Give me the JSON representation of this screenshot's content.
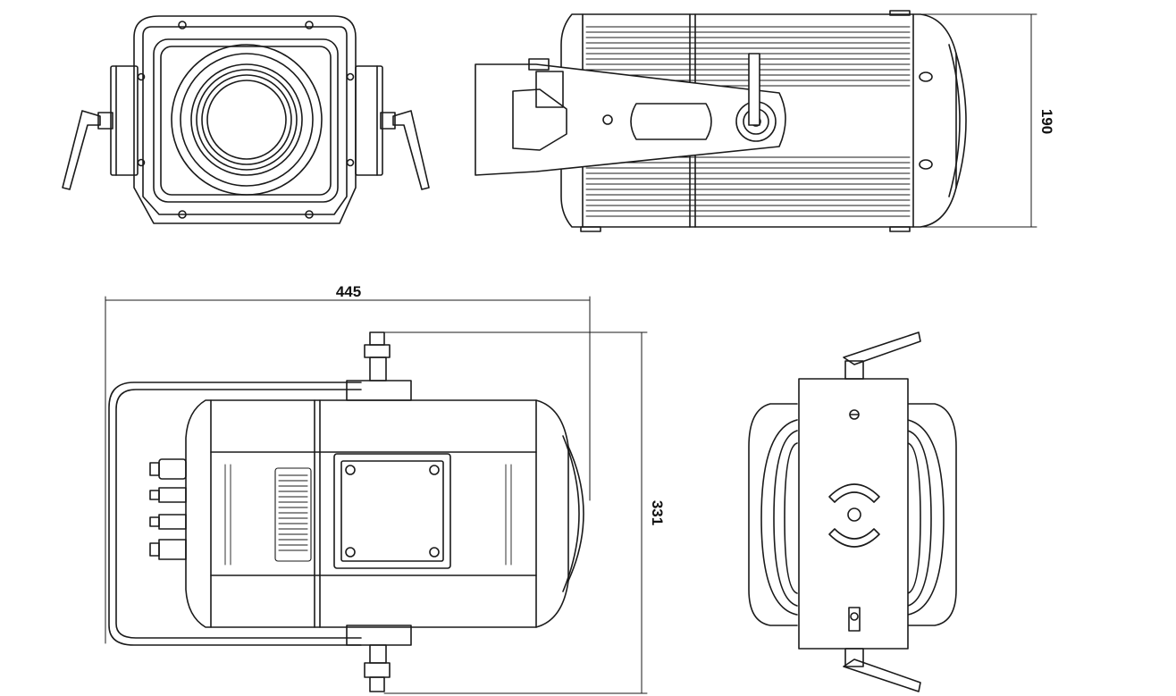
{
  "dimensions": {
    "width": "445",
    "height": "331",
    "side_height": "190"
  },
  "colors": {
    "line": "#1a1a1a",
    "fill": "#ffffff",
    "background": "#ffffff"
  }
}
